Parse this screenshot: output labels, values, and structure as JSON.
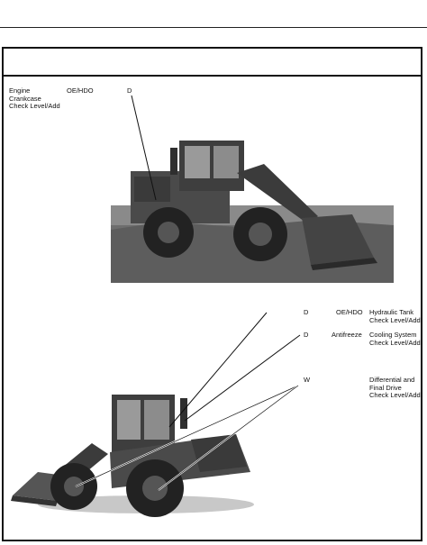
{
  "top_section": {
    "lube_point_name": "Engine\nCrankcase\nCheck Level/Add",
    "lubricant": "OE/HDO",
    "interval": "D"
  },
  "bottom_section": {
    "rows": [
      {
        "interval": "D",
        "lubricant": "OE/HDO",
        "lube_point_name": "Hydraulic Tank\nCheck Level/Add"
      },
      {
        "interval": "D",
        "lubricant": "Antifreeze",
        "lube_point_name": "Cooling System\nCheck Level/Add"
      },
      {
        "interval": "W",
        "lubricant": "",
        "lube_point_name": "Differential and\nFinal Drive\nCheck Level/Add"
      }
    ]
  }
}
